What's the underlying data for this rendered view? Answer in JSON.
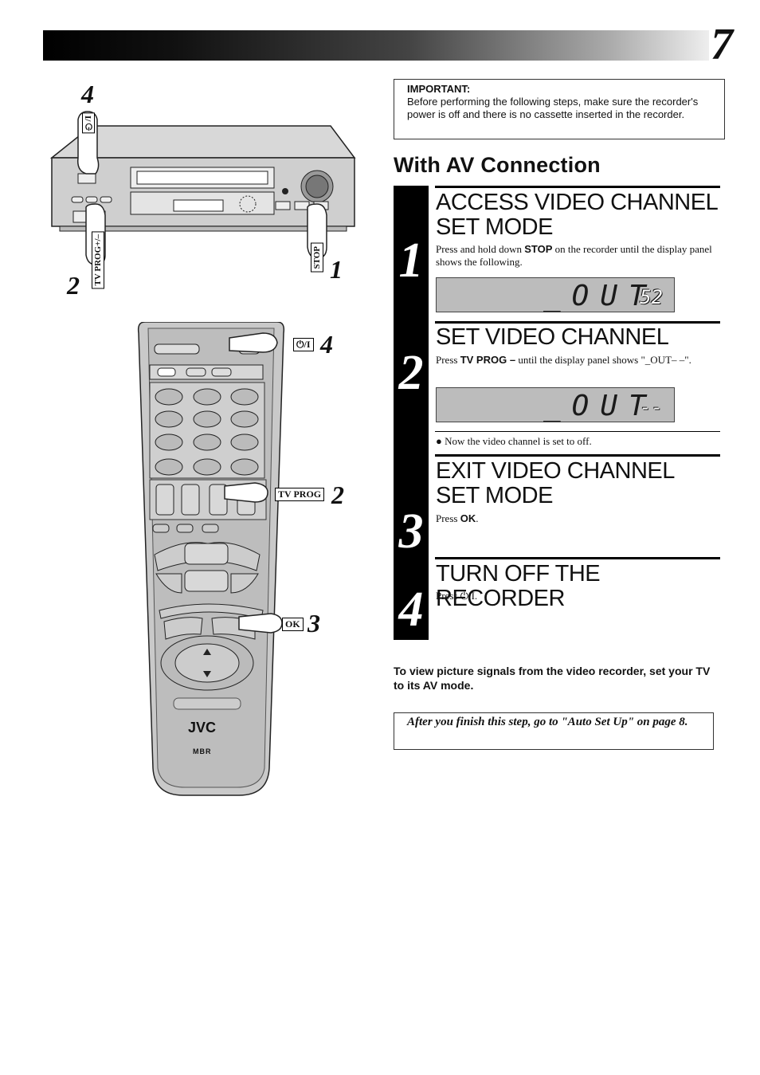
{
  "page": {
    "number": "7"
  },
  "important": {
    "heading": "IMPORTANT:",
    "text": "Before performing the following steps, make sure the recorder's power is off and there is no cassette inserted in the recorder."
  },
  "section": {
    "title": "With AV Connection"
  },
  "steps": [
    {
      "num": "1",
      "title": "ACCESS VIDEO CHANNEL SET MODE",
      "pre": "Press and hold down ",
      "bold": "STOP",
      "post": " on the recorder until the display panel shows the following."
    },
    {
      "num": "2",
      "title": "SET VIDEO CHANNEL",
      "pre": "Press ",
      "bold": "TV PROG –",
      "post": " until the display panel shows \"_OUT– –\"."
    },
    {
      "num": "3",
      "title": "EXIT VIDEO CHANNEL SET MODE",
      "pre": "Press ",
      "bold": "OK",
      "post": "."
    },
    {
      "num": "4",
      "title": "TURN OFF THE RECORDER",
      "pre": "Press ",
      "bold": "",
      "post": "⏻/I."
    }
  ],
  "displays": [
    {
      "main": "_OUT",
      "small": "52"
    },
    {
      "main": "_OUT",
      "small": "--"
    }
  ],
  "step2_note": "● Now the video channel is set to off.",
  "bottom_note": "To view picture signals from the video recorder, set your TV to its AV mode.",
  "after_note": "After you finish this step, go to \"Auto Set Up\" on page 8.",
  "illustration": {
    "vcr_labels": {
      "power": "⏻/I",
      "tvprog": "TV PROG+/–",
      "stop": "STOP"
    },
    "vcr_callouts": [
      "4",
      "2",
      "1"
    ],
    "remote_labels": {
      "power": "⏻/I",
      "tvprog": "TV PROG",
      "ok": "OK",
      "brand": "JVC",
      "sub": "MBR"
    },
    "remote_callouts": [
      "4",
      "2",
      "3"
    ]
  }
}
